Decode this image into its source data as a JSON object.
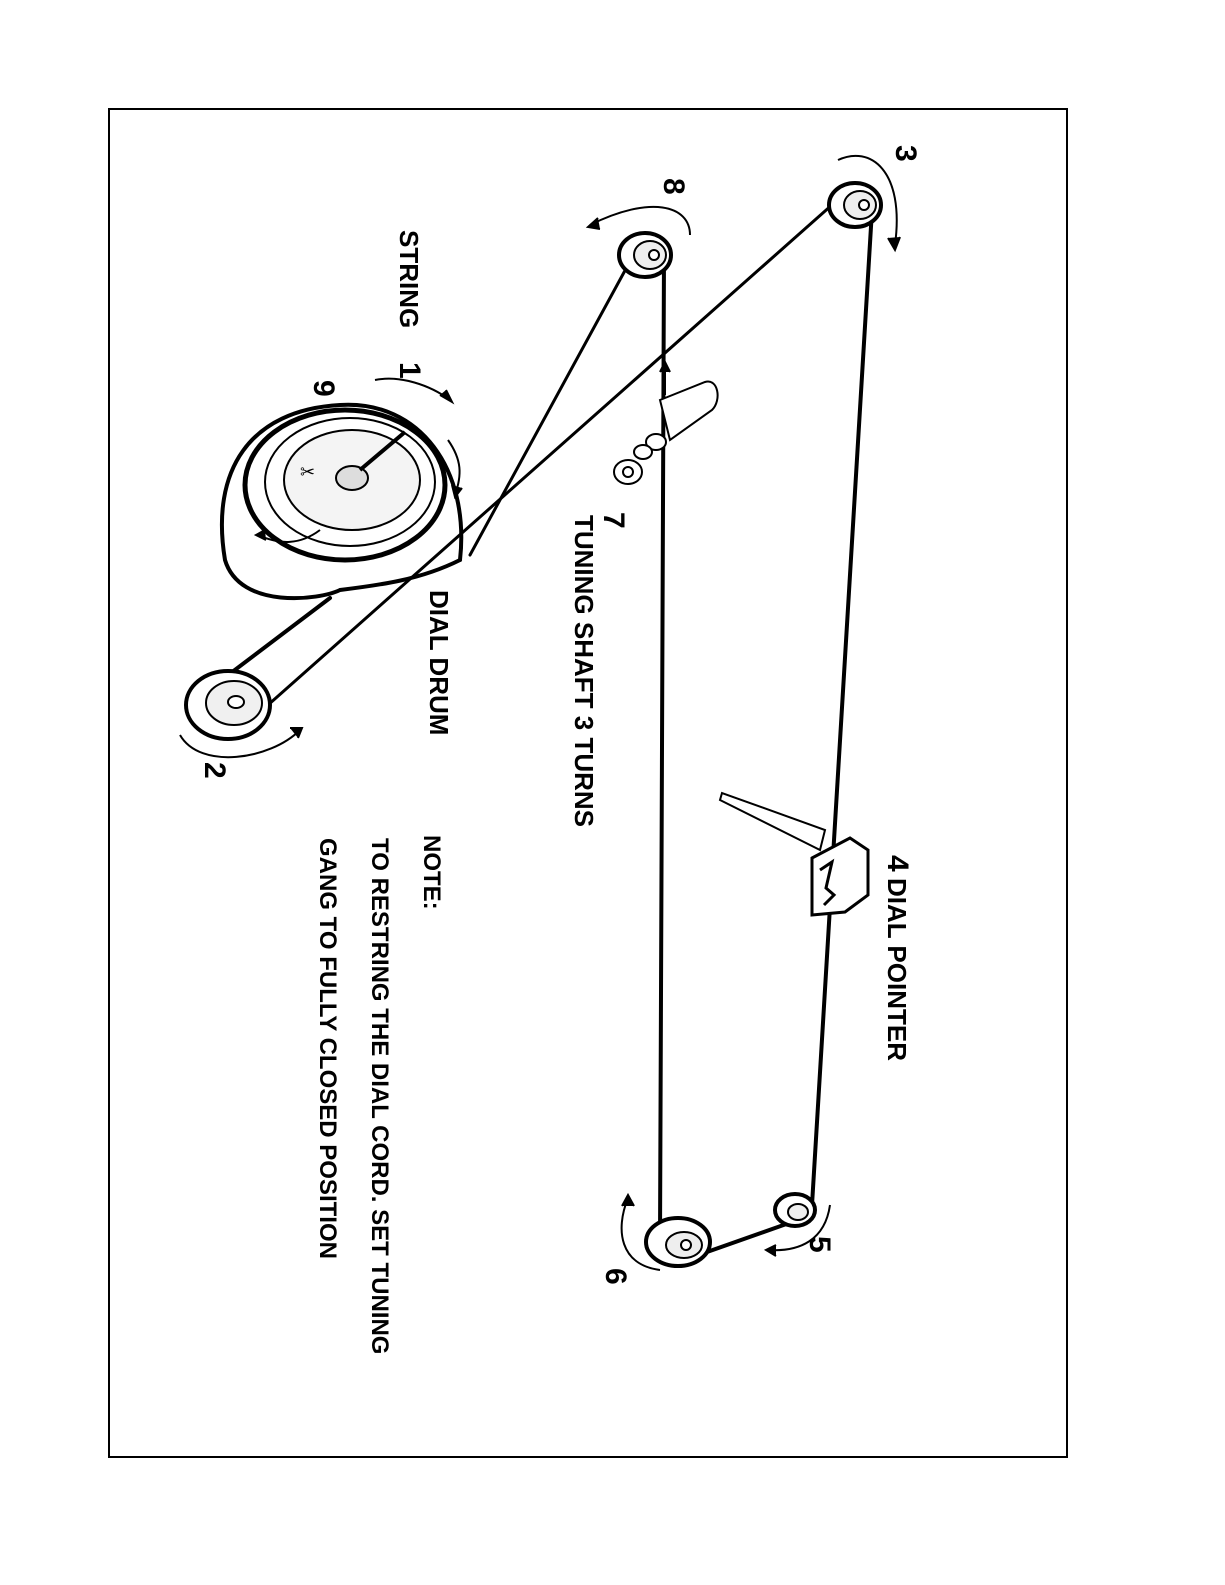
{
  "labels": {
    "string": "STRING",
    "dial_drum": "DIAL DRUM",
    "tuning_shaft": "TUNING SHAFT  3 TURNS",
    "dial_pointer": "DIAL  POINTER",
    "note_heading": "NOTE:",
    "note_line1": "TO RESTRING THE DIAL CORD. SET TUNING",
    "note_line2": "GANG TO FULLY CLOSED POSITION"
  },
  "step_numbers": {
    "n1": "1",
    "n2": "2",
    "n3": "3",
    "n4": "4",
    "n5": "5",
    "n6": "6",
    "n7": "7",
    "n8": "8",
    "n9": "9"
  }
}
